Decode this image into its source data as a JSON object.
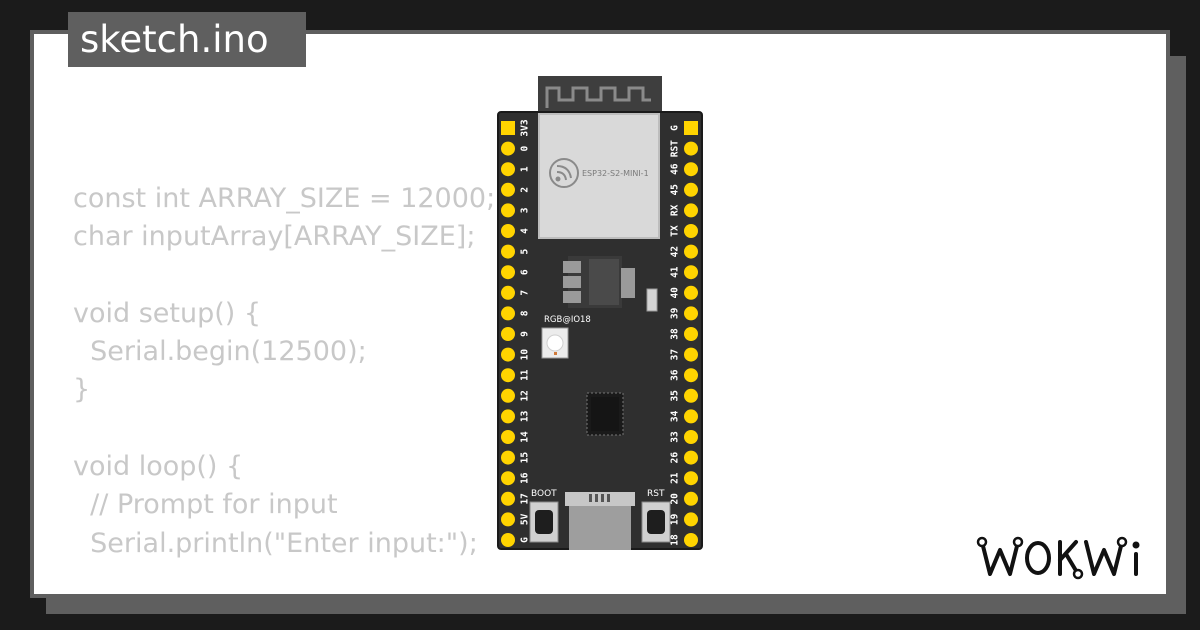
{
  "title": "sketch.ino",
  "code_lines": [
    "const int ARRAY_SIZE = 12000;",
    "char inputArray[ARRAY_SIZE];",
    "",
    "void setup() {",
    "  Serial.begin(12500);",
    "}",
    "",
    "void loop() {",
    "  // Prompt for input",
    "  Serial.println(\"Enter input:\");"
  ],
  "board": {
    "module_label": "ESP32-S2-MINI-1",
    "rgb_label": "RGB@IO18",
    "boot_label": "BOOT",
    "rst_label": "RST",
    "left_pins": [
      "3V3",
      "0",
      "1",
      "2",
      "3",
      "4",
      "5",
      "6",
      "7",
      "8",
      "9",
      "10",
      "11",
      "12",
      "13",
      "14",
      "15",
      "16",
      "17",
      "5V",
      "G"
    ],
    "right_pins": [
      "G",
      "RST",
      "46",
      "45",
      "RX",
      "TX",
      "42",
      "41",
      "40",
      "39",
      "38",
      "37",
      "36",
      "35",
      "34",
      "33",
      "26",
      "21",
      "20",
      "19",
      "18"
    ]
  },
  "brand": "WOKWi",
  "colors": {
    "frame": "#5f5f5f",
    "background": "#1b1b1b",
    "code_text": "#c8c8c8",
    "board": "#2f2f2f",
    "pin": "#ffd400"
  }
}
